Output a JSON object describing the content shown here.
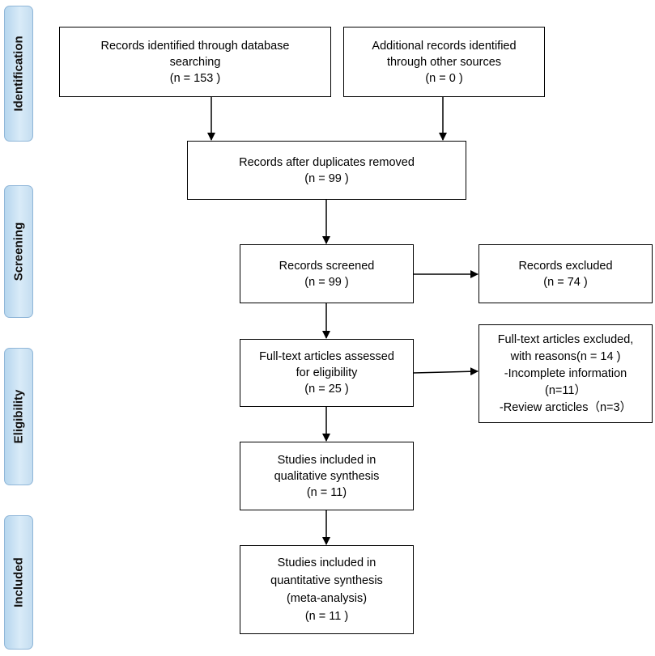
{
  "stages": [
    {
      "id": "identification",
      "label": "Identification"
    },
    {
      "id": "screening",
      "label": "Screening"
    },
    {
      "id": "eligibility",
      "label": "Eligibility"
    },
    {
      "id": "included",
      "label": "Included"
    }
  ],
  "boxes": {
    "database_search": [
      "Records identified through database",
      "searching",
      "(n = 153 )"
    ],
    "other_sources": [
      "Additional records identified",
      "through other sources",
      "(n =  0 )"
    ],
    "after_duplicates": [
      "Records after duplicates removed",
      "(n =  99 )"
    ],
    "screened": [
      "Records screened",
      "(n = 99 )"
    ],
    "excluded": [
      "Records excluded",
      "(n = 74 )"
    ],
    "fulltext_assessed": [
      "Full-text articles assessed",
      "for eligibility",
      "(n = 25 )"
    ],
    "fulltext_excluded": [
      "Full-text articles excluded,",
      "with reasons(n = 14 )",
      "-Incomplete information",
      "(n=11）",
      "-Review arcticles（n=3）"
    ],
    "qualitative": [
      "Studies included in",
      "qualitative synthesis",
      "(n = 11)"
    ],
    "quantitative": [
      "Studies included in",
      "quantitative synthesis",
      "(meta-analysis)",
      "(n = 11 )"
    ]
  }
}
